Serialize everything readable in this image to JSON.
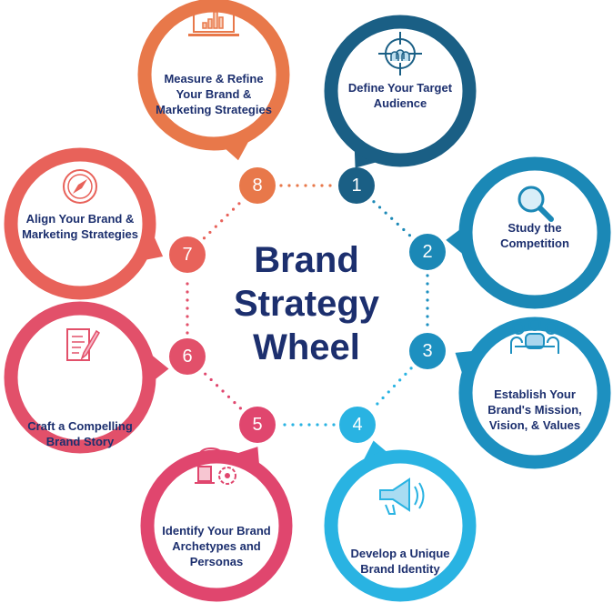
{
  "title": {
    "line1": "Brand",
    "line2": "Strategy",
    "line3": "Wheel"
  },
  "steps": [
    {
      "number": "1",
      "label": "Define Your Target Audience",
      "icon": "target-audience-icon",
      "color": "#1a5f85"
    },
    {
      "number": "2",
      "label": "Study the Competition",
      "icon": "magnifier-icon",
      "color": "#1b88b6"
    },
    {
      "number": "3",
      "label": "Establish Your Brand's Mission, Vision, & Values",
      "icon": "team-meeting-icon",
      "color": "#1d90c0"
    },
    {
      "number": "4",
      "label": "Develop a Unique Brand Identity",
      "icon": "megaphone-icon",
      "color": "#29b3e2"
    },
    {
      "number": "5",
      "label": "Identify Your Brand Archetypes and Personas",
      "icon": "mask-hat-flower-icon",
      "color": "#e0466e"
    },
    {
      "number": "6",
      "label": "Craft a Compelling Brand Story",
      "icon": "document-pen-icon",
      "color": "#e2506a"
    },
    {
      "number": "7",
      "label": "Align Your Brand & Marketing Strategies",
      "icon": "compass-icon",
      "color": "#e8625a"
    },
    {
      "number": "8",
      "label": "Measure & Refine Your Brand & Marketing Strategies",
      "icon": "laptop-chart-icon",
      "color": "#e8784a"
    }
  ]
}
